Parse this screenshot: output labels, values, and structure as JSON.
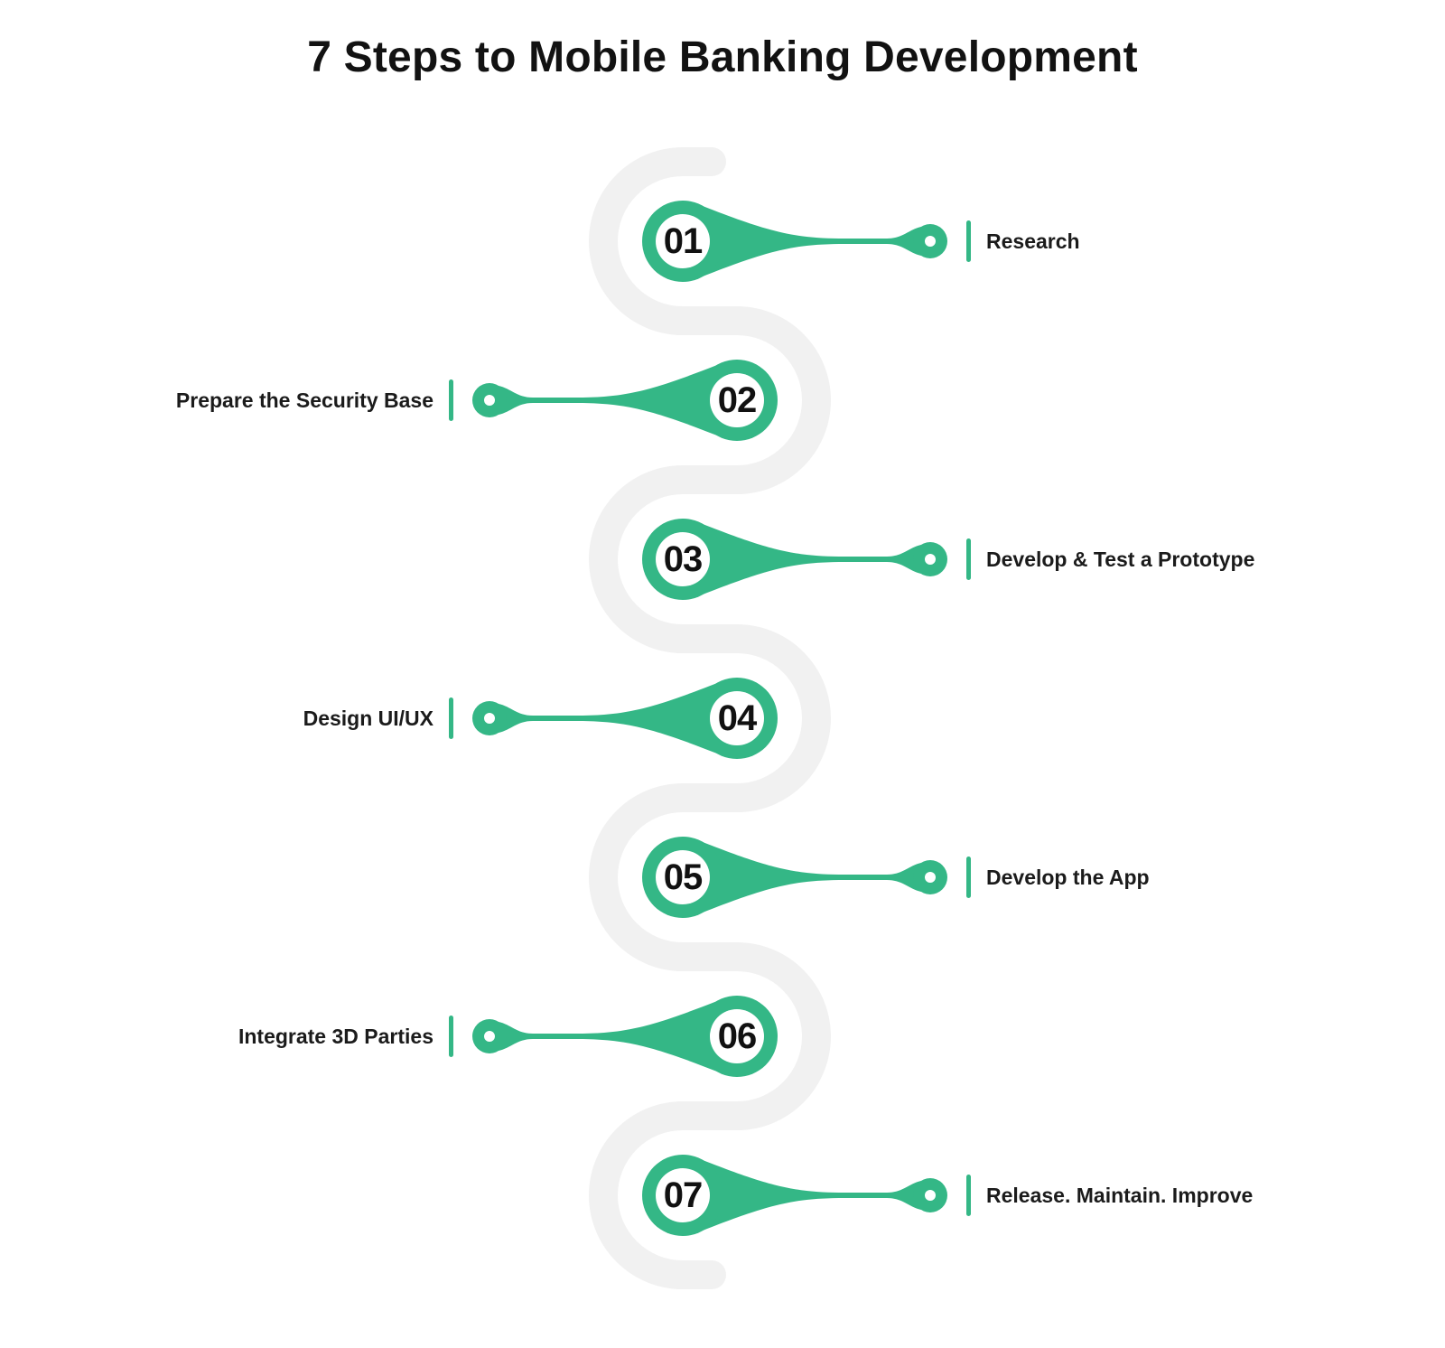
{
  "title": "7 Steps to Mobile Banking Development",
  "colors": {
    "accent_green": "#34b786",
    "track_gray": "#f1f1f1",
    "text_dark": "#1b1b1b",
    "background": "#ffffff"
  },
  "steps": [
    {
      "number": "01",
      "label": "Research",
      "side": "right"
    },
    {
      "number": "02",
      "label": "Prepare the Security Base",
      "side": "left"
    },
    {
      "number": "03",
      "label": "Develop & Test a Prototype",
      "side": "right"
    },
    {
      "number": "04",
      "label": "Design UI/UX",
      "side": "left"
    },
    {
      "number": "05",
      "label": "Develop the App",
      "side": "right"
    },
    {
      "number": "06",
      "label": "Integrate 3D Parties",
      "side": "left"
    },
    {
      "number": "07",
      "label": "Release. Maintain. Improve",
      "side": "right"
    }
  ]
}
